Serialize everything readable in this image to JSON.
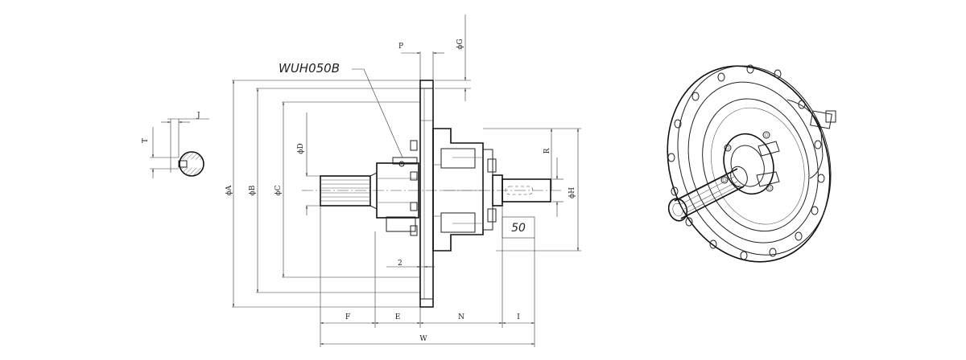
{
  "part_label": "WUH050B",
  "key_view": {
    "t_label": "T",
    "j_label": "J"
  },
  "dimensions": {
    "A": "ϕA",
    "B": "ϕB",
    "C": "ϕC",
    "D": "ϕD",
    "G": "ϕG",
    "H": "ϕH",
    "R": "R",
    "P": "P",
    "F": "F",
    "E": "E",
    "N": "N",
    "I": "I",
    "W": "W",
    "two": "2",
    "fifty": "50"
  }
}
